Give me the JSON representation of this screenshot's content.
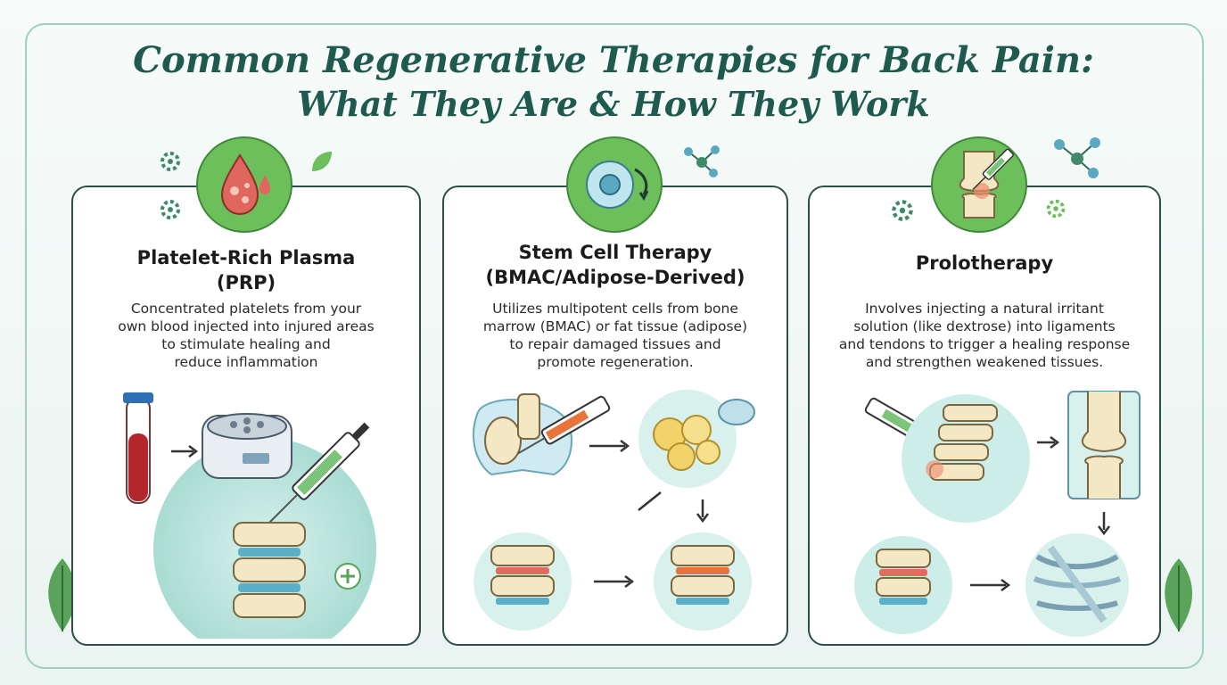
{
  "title": "Common Regenerative Therapies for Back Pain:",
  "subtitle": "What They Are & How They Work",
  "colors": {
    "accent": "#5cb85c",
    "heading": "#1f5a4f",
    "frame": "#9fcfbf",
    "card_border": "#2e4f47"
  },
  "therapies": [
    {
      "name_line1": "Platelet-Rich Plasma",
      "name_line2": "(PRP)",
      "desc_lines": [
        "Concentrated platelets from your",
        "own blood injected into injured areas",
        "to stimulate healing and",
        "reduce inflammation"
      ],
      "icon": "blood-drop-icon"
    },
    {
      "name_line1": "Stem Cell Therapy",
      "name_line2": "(BMAC/Adipose-Derived)",
      "desc_lines": [
        "Utilizes multipotent cells from bone",
        "marrow (BMAC) or fat tissue (adipose)",
        "to repair damaged tissues and",
        "promote regeneration."
      ],
      "icon": "stem-cell-icon"
    },
    {
      "name_line1": "Prolotherapy",
      "desc_lines": [
        "Involves injecting a natural irritant",
        "solution (like dextrose) into ligaments",
        "and tendons to trigger a healing response",
        "and strengthen weakened tissues."
      ],
      "icon": "joint-injection-icon"
    }
  ]
}
